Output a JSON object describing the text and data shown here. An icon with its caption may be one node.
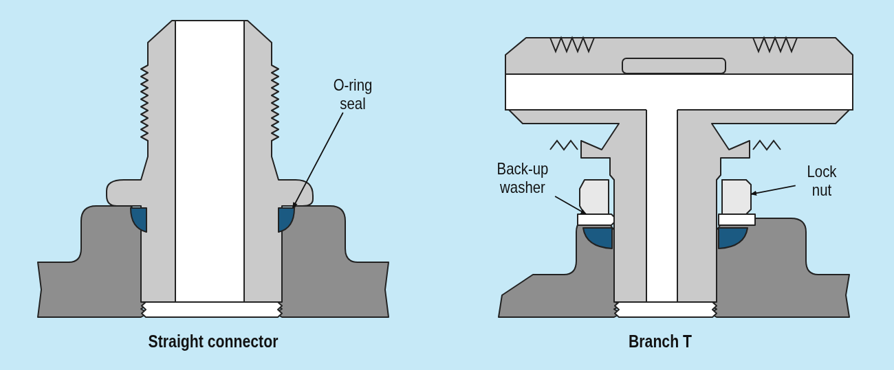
{
  "diagram": {
    "nodes": [
      {
        "text": [
          "O-ring seal"
        ]
      },
      {
        "text": [],
        "shape": "circle"
      },
      {
        "text": [
          "Back-up washer"
        ]
      },
      {
        "text": [],
        "shape": "box"
      },
      {
        "text": [
          "Lock nut"
        ]
      },
      {
        "text": [],
        "shape": "box"
      }
    ],
    "edges": [
      {
        "from": 0,
        "to": 1,
        "arrow": "to"
      },
      {
        "from": 2,
        "to": 3,
        "arrow": "to"
      },
      {
        "from": 4,
        "to": 5,
        "arrow": "to"
      }
    ],
    "labels": [
      "Straight connector",
      "Branch T"
    ]
  }
}
